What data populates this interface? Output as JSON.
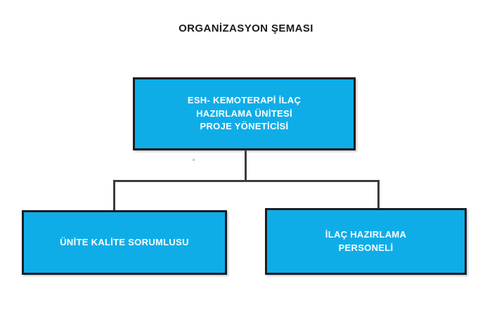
{
  "chart": {
    "title": "ORGANİZASYON ŞEMASI",
    "type": "org-chart",
    "background_color": "#ffffff",
    "node_fill_color": "#0fade8",
    "node_border_color": "#1c1c22",
    "node_text_color": "#ffffff",
    "connector_color": "#3b3b42",
    "title_color": "#1a1a1a"
  },
  "nodes": {
    "root": {
      "label": "ESH- KEMOTERAPİ İLAÇ\nHAZIRLAMA ÜNİTESİ\nPROJE YÖNETİCİSİ",
      "level": 1
    },
    "quality": {
      "label": "ÜNİTE KALİTE SORUMLUSU",
      "level": 2
    },
    "personnel": {
      "label": "İLAÇ HAZIRLAMA\nPERSONELİ",
      "level": 2
    }
  },
  "edges": [
    {
      "from": "root",
      "to": "quality"
    },
    {
      "from": "root",
      "to": "personnel"
    }
  ]
}
